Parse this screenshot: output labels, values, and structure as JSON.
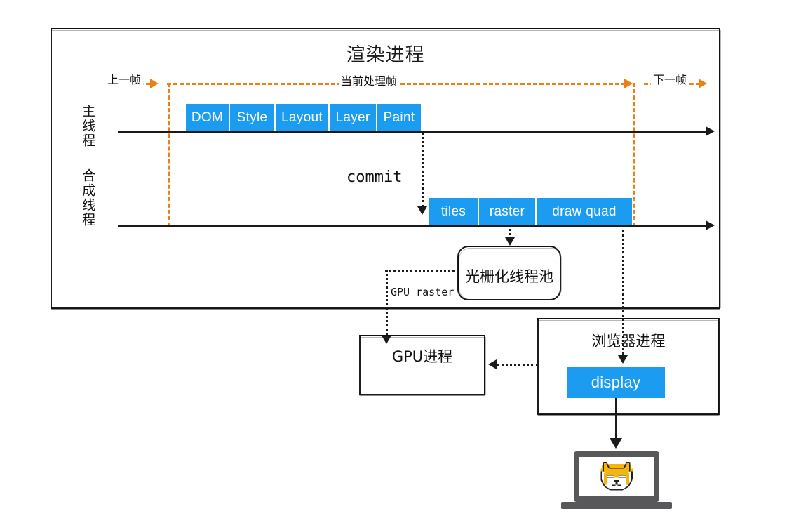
{
  "diagram": {
    "type": "flow-timeline",
    "renderer_process": {
      "title": "渲染进程",
      "threads": [
        {
          "name": "main-thread",
          "label": "主线程"
        },
        {
          "name": "compositor-thread",
          "label": "合成线程"
        }
      ],
      "frames": {
        "previous": "上一帧",
        "current": "当前处理帧",
        "next": "下一帧",
        "marker_color": "#f07f13"
      },
      "main_thread_blocks": [
        {
          "label": "DOM"
        },
        {
          "label": "Style"
        },
        {
          "label": "Layout"
        },
        {
          "label": "Layer"
        },
        {
          "label": "Paint"
        }
      ],
      "compositor_blocks": [
        {
          "label": "tiles"
        },
        {
          "label": "raster"
        },
        {
          "label": "draw quad"
        }
      ],
      "commit_label": "commit",
      "raster_pool": "光栅化线程池",
      "gpu_raster_label": "GPU raster"
    },
    "gpu_process": {
      "title": "GPU进程"
    },
    "browser_process": {
      "title": "浏览器进程",
      "display_block": "display"
    },
    "output_device": {
      "name": "laptop",
      "screen_content": "dog-pixel-art"
    },
    "colors": {
      "block_blue": "#1c9cf0",
      "frame_orange": "#f07f13",
      "stroke": "#1a1a1a",
      "laptop_gray": "#58585a",
      "dog_yellow": "#f5b50a"
    }
  }
}
